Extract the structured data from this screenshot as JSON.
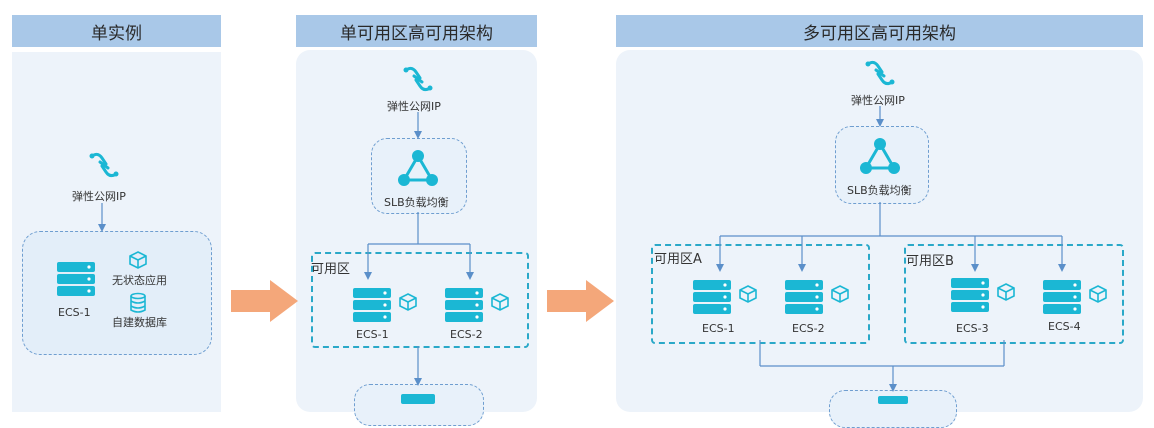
{
  "panels": {
    "single": {
      "title": "单实例"
    },
    "single_az": {
      "title": "单可用区高可用架构"
    },
    "multi_az": {
      "title": "多可用区高可用架构"
    }
  },
  "labels": {
    "eip": "弹性公网IP",
    "slb": "SLB负载均衡",
    "stateless_app": "无状态应用",
    "self_built_db": "自建数据库",
    "az": "可用区",
    "az_a": "可用区A",
    "az_b": "可用区B",
    "ecs1": "ECS-1",
    "ecs2": "ECS-2",
    "ecs3": "ECS-3",
    "ecs4": "ECS-4"
  },
  "icons": [
    "eip-link-icon",
    "slb-node-icon",
    "ecs-server-icon",
    "cube-icon",
    "database-icon",
    "transition-arrow-icon"
  ],
  "colors": {
    "header_bg": "#a9c8e8",
    "panel_bg": "#edf3fa",
    "accent_cyan": "#1bb7d4",
    "line_blue": "#5b8fc9",
    "arrow_orange": "#f4a77a"
  }
}
